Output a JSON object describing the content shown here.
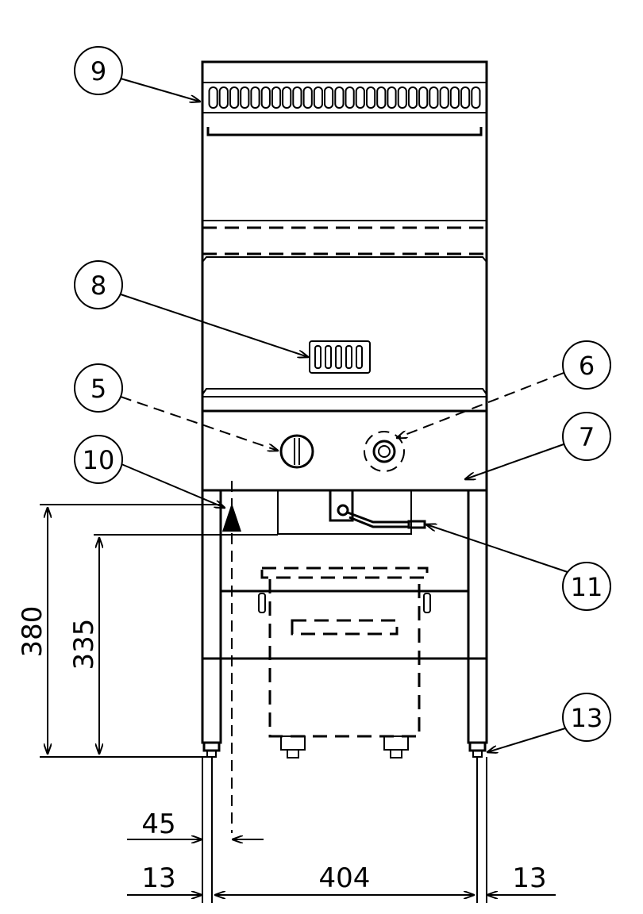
{
  "callouts": {
    "c5": "5",
    "c6": "6",
    "c7": "7",
    "c8": "8",
    "c9": "9",
    "c10": "10",
    "c11": "11",
    "c13": "13"
  },
  "dimensions": {
    "height_total": "380",
    "height_inner": "335",
    "offset_45": "45",
    "left_13": "13",
    "width_404": "404",
    "right_13": "13"
  },
  "colors": {
    "line": "#000000",
    "background": "#ffffff"
  }
}
